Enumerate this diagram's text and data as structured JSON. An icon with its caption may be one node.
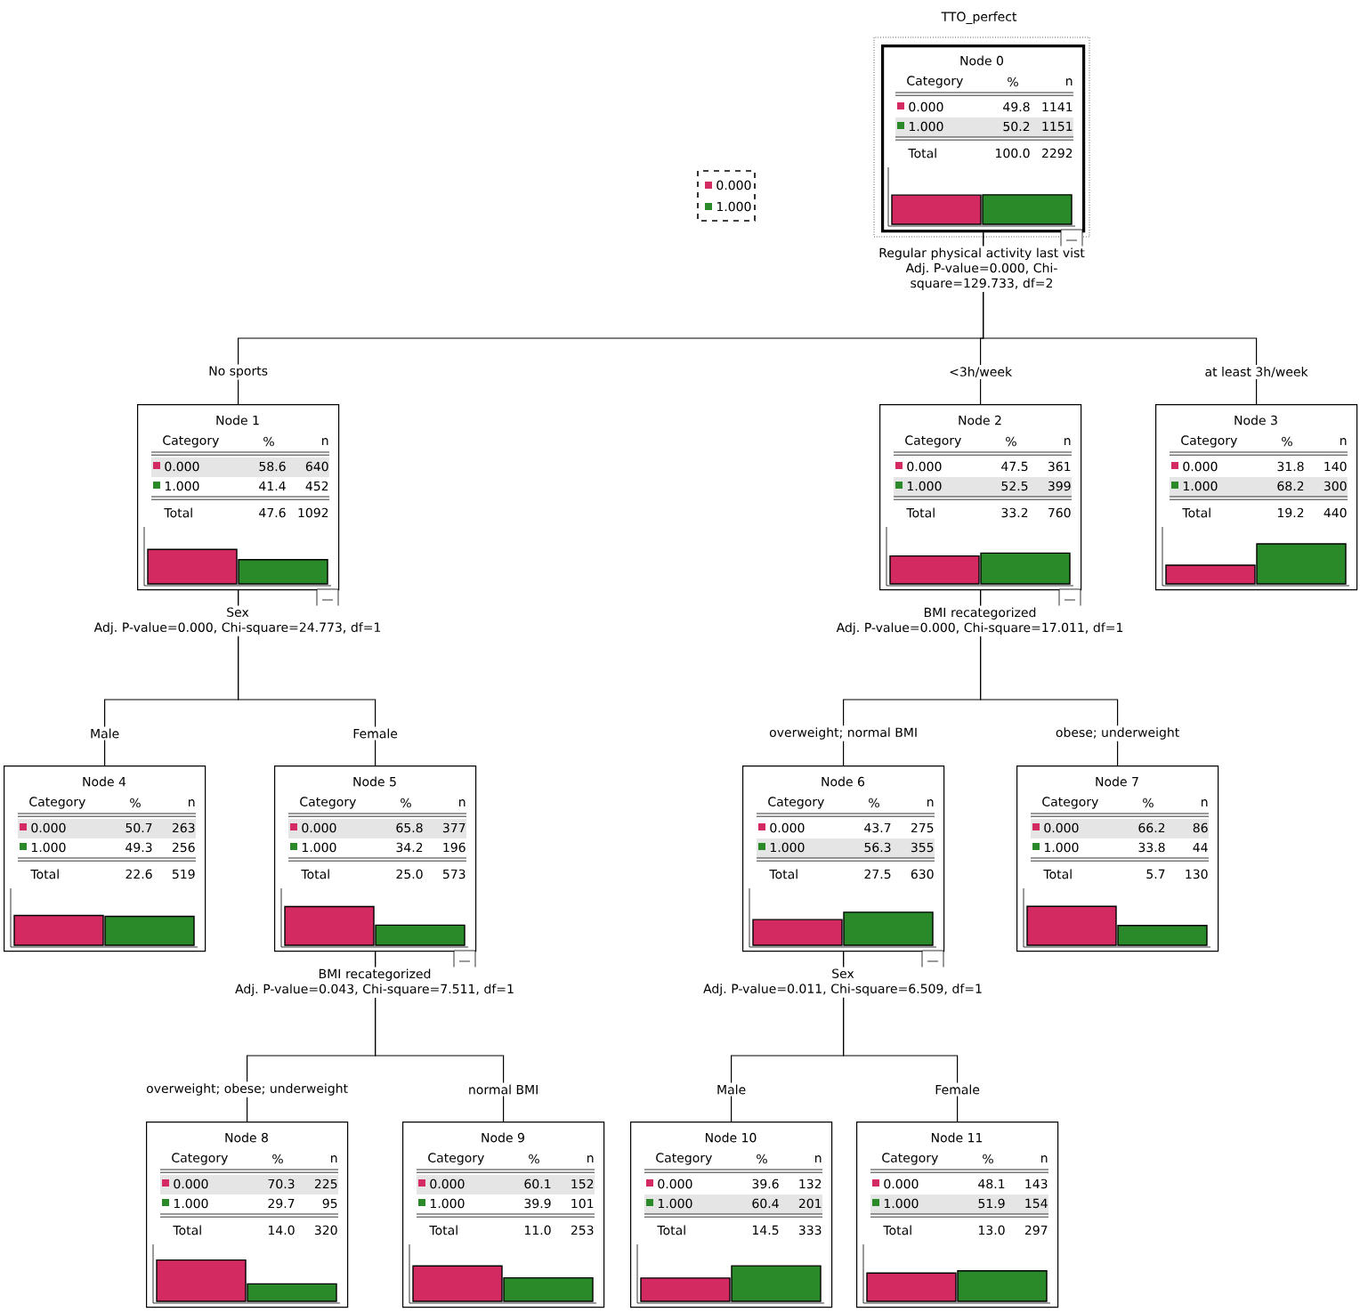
{
  "diagram": {
    "title": "TTO_perfect",
    "nodes": [
      {
        "text": [
          "Node 0",
          "Category",
          "%",
          "n",
          "0.000",
          "49.8",
          "1141",
          "1.000",
          "50.2",
          "1151",
          "Total",
          "100.0",
          "2292"
        ],
        "beside": [
          "Regular physical activity last vist",
          "Adj. P-value=0.000, Chi-square=129.733, df=2"
        ]
      },
      {
        "text": [
          "Node 1",
          "Category",
          "%",
          "n",
          "0.000",
          "58.6",
          "640",
          "1.000",
          "41.4",
          "452",
          "Total",
          "47.6",
          "1092"
        ],
        "beside": [
          "Sex",
          "Adj. P-value=0.000, Chi-square=24.773, df=1"
        ]
      },
      {
        "text": [
          "Node 2",
          "Category",
          "%",
          "n",
          "0.000",
          "47.5",
          "361",
          "1.000",
          "52.5",
          "399",
          "Total",
          "33.2",
          "760"
        ],
        "beside": [
          "BMI recategorized",
          "Adj. P-value=0.000, Chi-square=17.011, df=1"
        ]
      },
      {
        "text": [
          "Node 3",
          "Category",
          "%",
          "n",
          "0.000",
          "31.8",
          "140",
          "1.000",
          "68.2",
          "300",
          "Total",
          "19.2",
          "440"
        ]
      },
      {
        "text": [
          "Node 4",
          "Category",
          "%",
          "n",
          "0.000",
          "50.7",
          "263",
          "1.000",
          "49.3",
          "256",
          "Total",
          "22.6",
          "519"
        ]
      },
      {
        "text": [
          "Node 5",
          "Category",
          "%",
          "n",
          "0.000",
          "65.8",
          "377",
          "1.000",
          "34.2",
          "196",
          "Total",
          "25.0",
          "573"
        ],
        "beside": [
          "BMI recategorized",
          "Adj. P-value=0.043, Chi-square=7.511, df=1"
        ]
      },
      {
        "text": [
          "Node 6",
          "Category",
          "%",
          "n",
          "0.000",
          "43.7",
          "275",
          "1.000",
          "56.3",
          "355",
          "Total",
          "27.5",
          "630"
        ],
        "beside": [
          "Sex",
          "Adj. P-value=0.011, Chi-square=6.509, df=1"
        ]
      },
      {
        "text": [
          "Node 7",
          "Category",
          "%",
          "n",
          "0.000",
          "66.2",
          "86",
          "1.000",
          "33.8",
          "44",
          "Total",
          "5.7",
          "130"
        ]
      },
      {
        "text": [
          "Node 8",
          "Category",
          "%",
          "n",
          "0.000",
          "70.3",
          "225",
          "1.000",
          "29.7",
          "95",
          "Total",
          "14.0",
          "320"
        ]
      },
      {
        "text": [
          "Node 9",
          "Category",
          "%",
          "n",
          "0.000",
          "60.1",
          "152",
          "1.000",
          "39.9",
          "101",
          "Total",
          "11.0",
          "253"
        ]
      },
      {
        "text": [
          "Node 10",
          "Category",
          "%",
          "n",
          "0.000",
          "39.6",
          "132",
          "1.000",
          "60.4",
          "201",
          "Total",
          "14.5",
          "333"
        ]
      },
      {
        "text": [
          "Node 11",
          "Category",
          "%",
          "n",
          "0.000",
          "48.1",
          "143",
          "1.000",
          "51.9",
          "154",
          "Total",
          "13.0",
          "297"
        ]
      }
    ],
    "edges": [
      {
        "from": 0,
        "to": 1,
        "arrow": "none",
        "label": "No sports"
      },
      {
        "from": 0,
        "to": 2,
        "arrow": "none",
        "label": "<3h/week"
      },
      {
        "from": 0,
        "to": 3,
        "arrow": "none",
        "label": "at least 3h/week"
      },
      {
        "from": 1,
        "to": 4,
        "arrow": "none",
        "label": "Male"
      },
      {
        "from": 1,
        "to": 5,
        "arrow": "none",
        "label": "Female"
      },
      {
        "from": 2,
        "to": 6,
        "arrow": "none",
        "label": "overweight; normal BMI"
      },
      {
        "from": 2,
        "to": 7,
        "arrow": "none",
        "label": "obese; underweight"
      },
      {
        "from": 5,
        "to": 8,
        "arrow": "none",
        "label": "overweight; obese; underweight"
      },
      {
        "from": 5,
        "to": 9,
        "arrow": "none",
        "label": "normal BMI"
      },
      {
        "from": 6,
        "to": 10,
        "arrow": "none",
        "label": "Male"
      },
      {
        "from": 6,
        "to": 11,
        "arrow": "none",
        "label": "Female"
      }
    ],
    "legend": [
      {
        "text": "0.000",
        "color": "#d42a62"
      },
      {
        "text": "1.000",
        "color": "#2a8a2a"
      }
    ]
  }
}
